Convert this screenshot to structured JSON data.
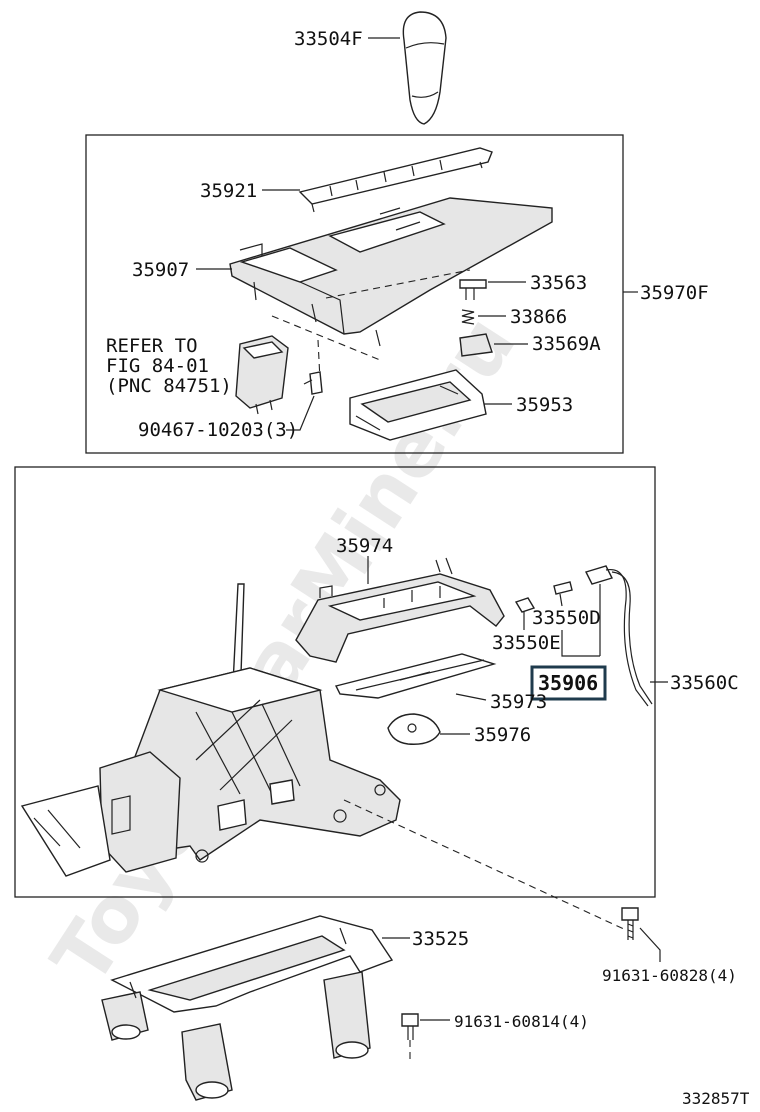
{
  "diagram_id": "332857T",
  "watermark": "ToyotaCarMine.ru",
  "reference_note": {
    "line1": "REFER TO",
    "line2": "FIG 84-01",
    "line3": "(PNC 84751)"
  },
  "highlight_color": "#1f3b4d",
  "parts": {
    "p33504F": "33504F",
    "p35921": "35921",
    "p35907": "35907",
    "p33563": "33563",
    "p33866": "33866",
    "p33569A": "33569A",
    "p35970F": "35970F",
    "p35953": "35953",
    "p90467": "90467-10203(3)",
    "p35974": "35974",
    "p33550D": "33550D",
    "p33550E": "33550E",
    "p35906": "35906",
    "p33560C": "33560C",
    "p35973": "35973",
    "p35976": "35976",
    "p33525": "33525",
    "p91631a": "91631-60828(4)",
    "p91631b": "91631-60814(4)"
  }
}
